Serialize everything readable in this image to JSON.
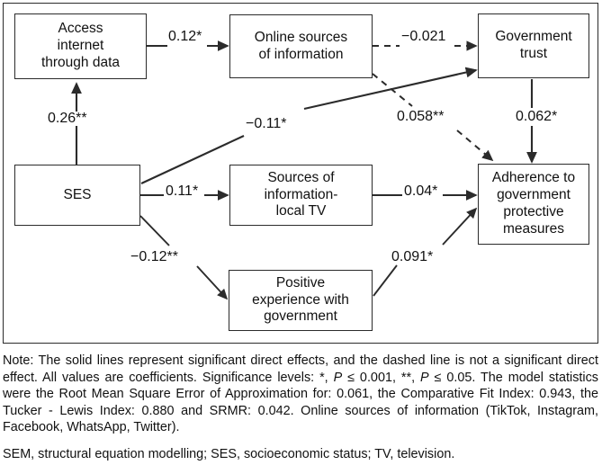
{
  "figure": {
    "type": "sem-path-diagram",
    "nodes": [
      {
        "id": "access",
        "label": "Access\ninternet\nthrough data"
      },
      {
        "id": "online",
        "label": "Online sources\nof information"
      },
      {
        "id": "trust",
        "label": "Government\ntrust"
      },
      {
        "id": "ses",
        "label": "SES"
      },
      {
        "id": "localtv",
        "label": "Sources of\ninformation-\nlocal TV"
      },
      {
        "id": "adherence",
        "label": "Adherence to\ngovernment\nprotective\nmeasures"
      },
      {
        "id": "positive",
        "label": "Positive\nexperience with\ngovernment"
      }
    ],
    "edges": [
      {
        "from": "access",
        "to": "online",
        "coefficient": "0.12*",
        "style": "solid"
      },
      {
        "from": "online",
        "to": "trust",
        "coefficient": "−0.021",
        "style": "dashed"
      },
      {
        "from": "ses",
        "to": "access",
        "coefficient": "0.26**",
        "style": "solid"
      },
      {
        "from": "ses",
        "to": "trust",
        "coefficient": "−0.11*",
        "style": "solid"
      },
      {
        "from": "online",
        "to": "adherence",
        "coefficient": "0.058**",
        "style": "dashed"
      },
      {
        "from": "trust",
        "to": "adherence",
        "coefficient": "0.062*",
        "style": "solid"
      },
      {
        "from": "ses",
        "to": "localtv",
        "coefficient": "0.11*",
        "style": "solid"
      },
      {
        "from": "localtv",
        "to": "adherence",
        "coefficient": "0.04*",
        "style": "solid"
      },
      {
        "from": "ses",
        "to": "positive",
        "coefficient": "−0.12**",
        "style": "solid"
      },
      {
        "from": "positive",
        "to": "adherence",
        "coefficient": "0.091*",
        "style": "solid"
      }
    ],
    "node_labels": {
      "access_l1": "Access",
      "access_l2": "internet",
      "access_l3": "through data",
      "online_l1": "Online sources",
      "online_l2": "of information",
      "trust_l1": "Government",
      "trust_l2": "trust",
      "ses_l1": "SES",
      "localtv_l1": "Sources of",
      "localtv_l2": "information-",
      "localtv_l3": "local TV",
      "adherence_l1": "Adherence to",
      "adherence_l2": "government",
      "adherence_l3": "protective",
      "adherence_l4": "measures",
      "positive_l1": "Positive",
      "positive_l2": "experience with",
      "positive_l3": "government"
    },
    "coefficients": {
      "access_online": "0.12*",
      "online_trust": "−0.021",
      "ses_access": "0.26**",
      "ses_trust": "−0.11*",
      "online_adherence": "0.058**",
      "trust_adherence": "0.062*",
      "ses_localtv": "0.11*",
      "localtv_adherence": "0.04*",
      "ses_positive": "−0.12**",
      "positive_adherence": "0.091*"
    }
  },
  "footnote": {
    "note_segments": {
      "s1": "Note: The solid lines represent significant direct effects, and the dashed line is not a significant direct effect. All values are coefficients. Significance levels: *, ",
      "p1": "P",
      "s2": " ≤ 0.001, **, ",
      "p2": "P",
      "s3": " ≤ 0.05. The model statistics were the Root Mean Square Error of Approximation for: 0.061, the Comparative Fit Index: 0.943, the Tucker - Lewis Index: 0.880 and SRMR: 0.042. Online sources of information (TikTok, Instagram, Facebook, WhatsApp, Twitter)."
    },
    "abbreviations": "SEM, structural equation modelling; SES, socioeconomic status; TV, television."
  },
  "colors": {
    "line": "#2b2b2b",
    "text": "#111111",
    "background": "#ffffff"
  }
}
